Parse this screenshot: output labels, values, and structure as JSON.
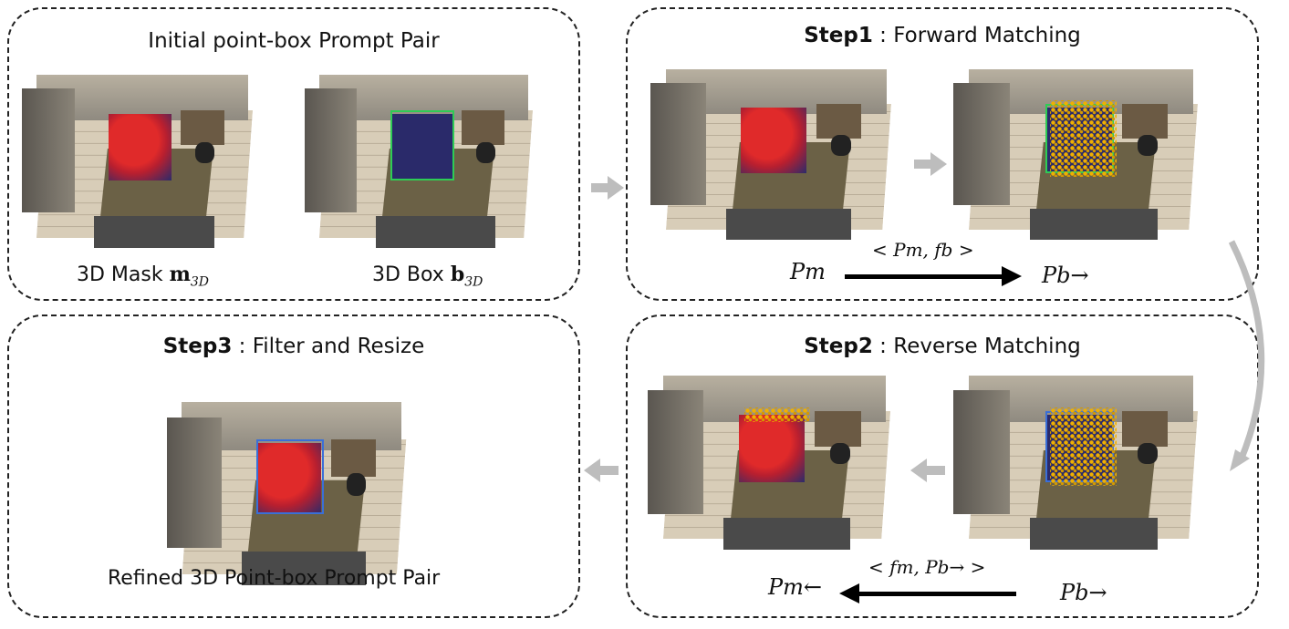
{
  "panel_initial": {
    "title": "Initial point-box Prompt Pair",
    "mask_label": "3D Mask",
    "mask_symbol": "m",
    "mask_sub": "3D",
    "box_label": "3D Box",
    "box_symbol": "b",
    "box_sub": "3D"
  },
  "panel_step1": {
    "step": "Step1",
    "title": " : Forward Matching",
    "src": "Pm",
    "op": "< Pm, fb >",
    "dst": "Pb→"
  },
  "panel_step2": {
    "step": "Step2",
    "title": " : Reverse Matching",
    "src": "Pb→",
    "op": "< fm, Pb→ >",
    "dst": "Pm←"
  },
  "panel_step3": {
    "step": "Step3",
    "title": " : Filter and Resize",
    "caption": "Refined 3D Point-box Prompt Pair"
  },
  "colors": {
    "box_green": "#2ecc55",
    "box_blue": "#3a6fd8",
    "points": "#f0b000",
    "mask": "#e02a2a",
    "arrow_gray": "#bdbdbd"
  }
}
